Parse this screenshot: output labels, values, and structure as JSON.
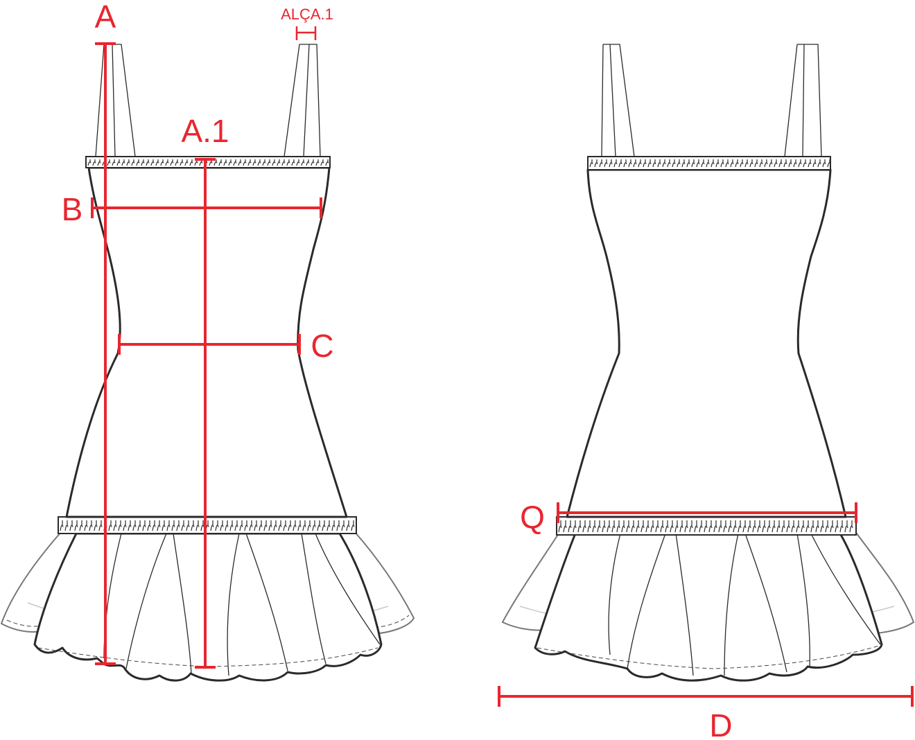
{
  "labels": {
    "A": "A",
    "A1": "A.1",
    "B": "B",
    "C": "C",
    "Q": "Q",
    "D": "D",
    "alca1": "ALÇA.1"
  },
  "colors": {
    "measure": "#e8262f",
    "outline": "#2a2a2a"
  }
}
